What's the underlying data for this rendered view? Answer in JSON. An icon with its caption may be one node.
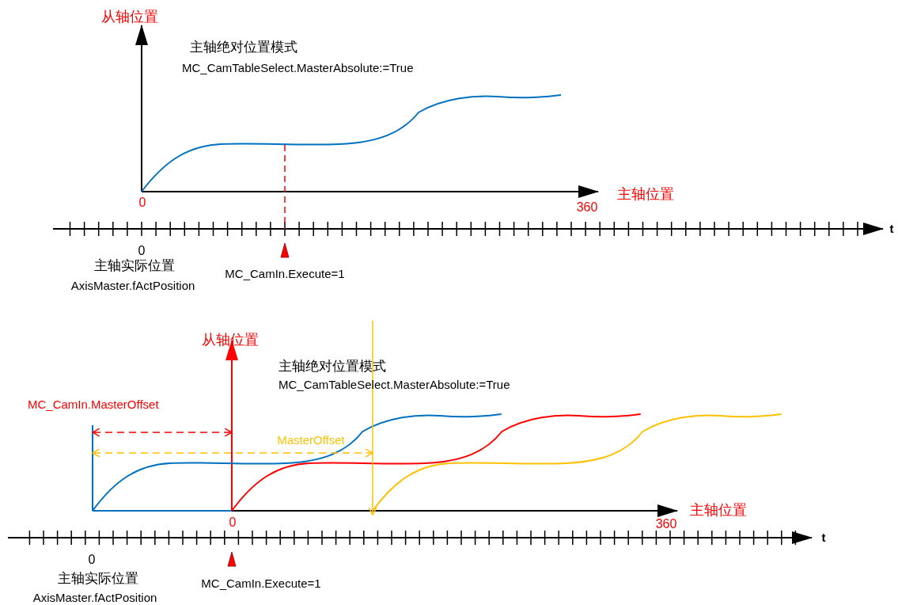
{
  "diagram": {
    "labels": [
      "从轴位置",
      "主轴绝对位置模式",
      "MC_CamTableSelect.MasterAbsolute:=True",
      "主轴位置",
      "0",
      "360",
      "t",
      "0",
      "主轴实际位置",
      "AxisMaster.fActPosition",
      "MC_CamIn.Execute=1",
      "从轴位置",
      "主轴绝对位置模式",
      "MC_CamTableSelect.MasterAbsolute:=True",
      "MC_CamIn.MasterOffset",
      "MasterOffset",
      "主轴位置",
      "0",
      "360",
      "t",
      "0",
      "主轴实际位置",
      "AxisMaster.fActPosition",
      "MC_CamIn.Execute=1"
    ]
  }
}
